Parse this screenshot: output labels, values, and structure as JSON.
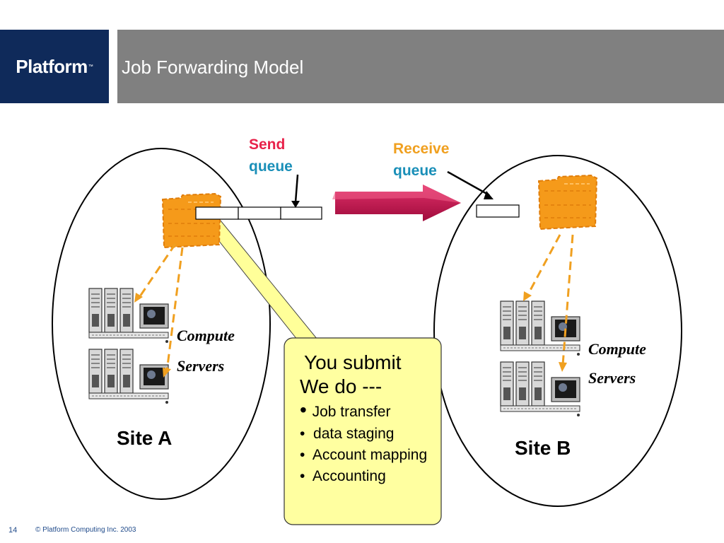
{
  "header": {
    "logo_text": "Platform",
    "logo_tm": "™",
    "title": "Job Forwarding Model"
  },
  "labels": {
    "send_line1": "Send",
    "send_line2": "queue",
    "receive_line1": "Receive",
    "receive_line2": "queue",
    "compute_a_line1": "Compute",
    "compute_a_line2": "Servers",
    "compute_b_line1": "Compute",
    "compute_b_line2": "Servers",
    "site_a": "Site A",
    "site_b": "Site B"
  },
  "callout": {
    "line1": "You submit",
    "line2": "We do ---",
    "items": [
      "Job transfer",
      "data staging",
      "Account mapping",
      "Accounting"
    ]
  },
  "footer": {
    "page_number": "14",
    "copyright": "© Platform Computing Inc. 2003"
  },
  "colors": {
    "logo_bg": "#0f2a5a",
    "title_bar": "#808080",
    "send_label": "#e8224a",
    "queue_label": "#1a8fb8",
    "receive_label": "#f0a020",
    "folder": "#f59a1a",
    "arrow": "#c0104a",
    "callout_bg": "#ffffa0"
  }
}
